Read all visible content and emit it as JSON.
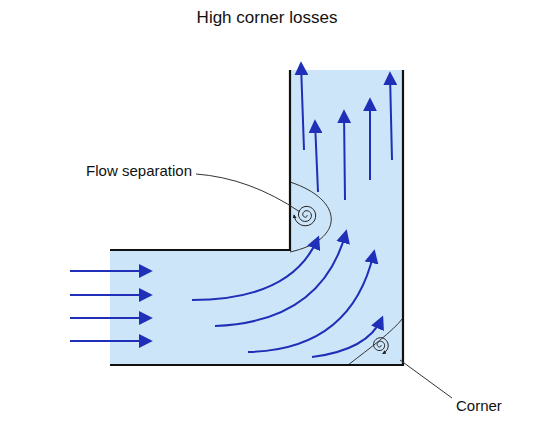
{
  "diagram": {
    "title": "High corner losses",
    "labels": [
      "Flow separation",
      "Corner"
    ]
  }
}
